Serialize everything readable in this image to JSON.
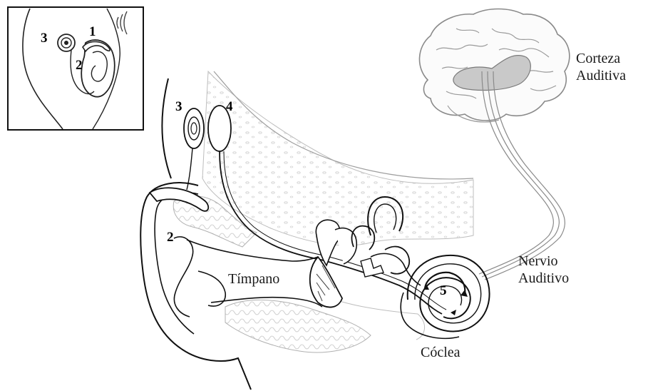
{
  "inset": {
    "number_1": "1",
    "number_2": "2",
    "number_3": "3"
  },
  "main": {
    "number_2": "2",
    "number_3": "3",
    "number_4": "4",
    "number_5": "5"
  },
  "labels": {
    "corteza": "Corteza",
    "auditiva": "Auditiva",
    "nervio": "Nervio",
    "auditivo": "Auditivo",
    "timpano": "Tímpano",
    "coclea": "Cóclea"
  },
  "colors": {
    "line": "#1a1a1a",
    "cortex_fill": "#c9c9c9",
    "bone_fill": "#ececec",
    "brain_line": "#8a8a8a"
  }
}
